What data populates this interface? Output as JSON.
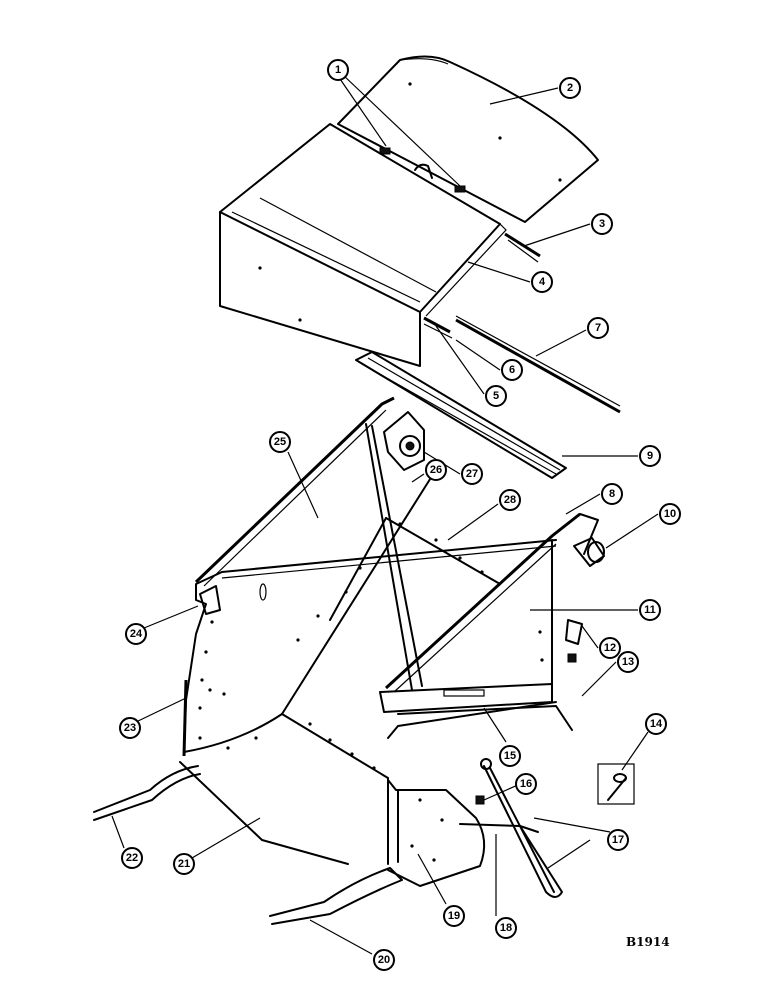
{
  "figure_id": "B1914",
  "callouts": [
    "1",
    "2",
    "3",
    "4",
    "5",
    "6",
    "7",
    "8",
    "9",
    "10",
    "11",
    "12",
    "13",
    "14",
    "15",
    "16",
    "17",
    "18",
    "19",
    "20",
    "21",
    "22",
    "23",
    "24",
    "25",
    "26",
    "27",
    "28"
  ]
}
